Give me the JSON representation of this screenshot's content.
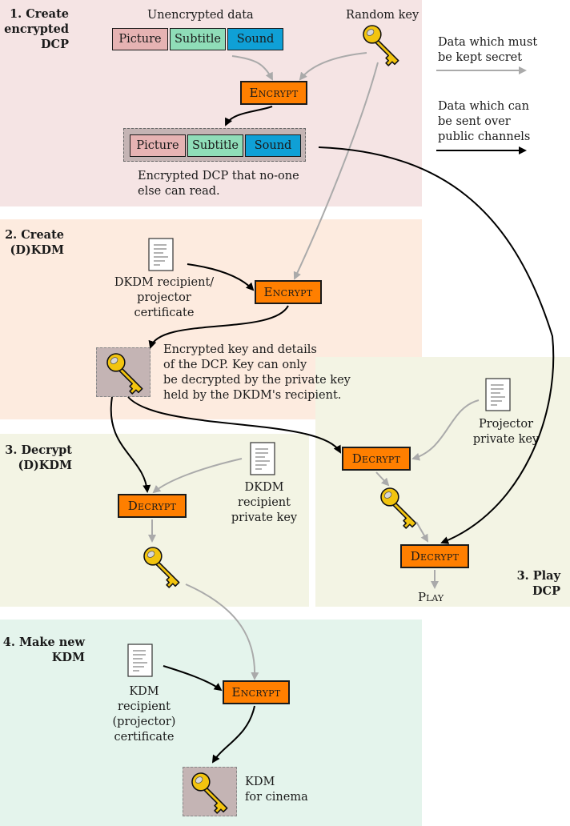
{
  "zone1": {
    "heading": [
      "1. Create",
      "encrypted",
      "DCP"
    ],
    "unencrypted_label": "Unencrypted data",
    "random_key_label": "Random key",
    "tracks": [
      "Picture",
      "Subtitle",
      "Sound"
    ],
    "encrypted_caption": [
      "Encrypted DCP that no-one",
      "else can read."
    ]
  },
  "legend": {
    "secret": [
      "Data which must",
      "be kept secret"
    ],
    "public": [
      "Data which can",
      "be sent over",
      "public channels"
    ]
  },
  "zone2": {
    "heading": [
      "2. Create",
      "(D)KDM"
    ],
    "cert_label": [
      "DKDM recipient/",
      "projector",
      "certificate"
    ],
    "key_caption": [
      "Encrypted key and details",
      "of the DCP.  Key can only",
      "be decrypted by the private key",
      "held by the DKDM's recipient."
    ]
  },
  "zone3": {
    "heading": [
      "3. Decrypt",
      "(D)KDM"
    ],
    "private_key_label": [
      "DKDM",
      "recipient",
      "private key"
    ]
  },
  "zone3b": {
    "heading": [
      "3. Play",
      "DCP"
    ],
    "projector_key_label": [
      "Projector",
      "private key"
    ],
    "play_label": "Play"
  },
  "zone4": {
    "heading": [
      "4. Make new",
      "KDM"
    ],
    "cert_label": [
      "KDM",
      "recipient",
      "(projector)",
      "certificate"
    ],
    "kdm_label": [
      "KDM",
      "for cinema"
    ]
  },
  "ops": {
    "encrypt": "Encrypt",
    "decrypt": "Decrypt"
  },
  "colors": {
    "picture": "#e6b3b3",
    "subtitle": "#8fddb8",
    "sound": "#0fa0d6",
    "op": "#ff7f00",
    "secret_arrow": "#aaaaaa",
    "public_arrow": "#000000",
    "key_gold": "#f2c40f"
  },
  "icons": [
    "key-icon",
    "document-icon"
  ]
}
